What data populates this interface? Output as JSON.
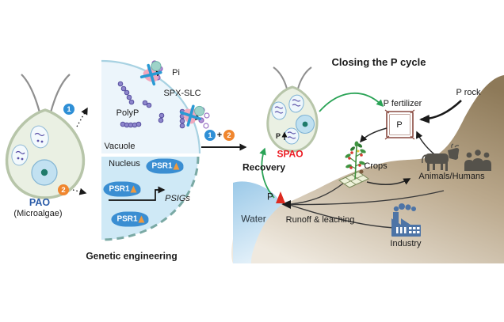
{
  "title": "Closing the P cycle",
  "pao": {
    "name": "PAO",
    "subtitle": "(Microalgae)",
    "step1": "1",
    "step2": "2"
  },
  "panel": {
    "vacuole": "Vacuole",
    "nucleus": "Nucleus",
    "polyp": "PolyP",
    "pi": "Pi",
    "transporter": "SPX-SLC",
    "psr1": [
      "PSR1",
      "PSR1",
      "PSR1"
    ],
    "genes": "PSIGs",
    "caption": "Genetic engineering"
  },
  "transition": {
    "step1": "1",
    "plus": "+",
    "step2": "2"
  },
  "cycle": {
    "spao": "SPAO",
    "p_internal": "P",
    "p_up_arrow": "↑",
    "recovery": "Recovery",
    "fertilizer": "P fertilizer",
    "bag_letter": "P",
    "rock": "P rock",
    "crops": "Crops",
    "animals": "Animals/Humans",
    "water": "Water",
    "water_p": "P",
    "runoff": "Runoff & leaching",
    "industry": "Industry"
  },
  "colors": {
    "step_blue": "#2e8fd6",
    "step_orange": "#f0862e",
    "psr1_blue": "#3a8ed2",
    "marker_orange": "#f09a3e",
    "green_arrow": "#2aa356",
    "spao_red": "#ed1c24",
    "alert_red": "#dd2b20",
    "pao_blue": "#2b5ca8",
    "water_blue": "#9bc9e8",
    "land_brown": "#93805e",
    "silhouette_gray": "#55524b",
    "factory_blue": "#4d74a6",
    "bag_outline": "#8a4a40",
    "membrane_blue": "#a8d2e2",
    "nucleus_dash_teal": "#7aa9a4"
  }
}
